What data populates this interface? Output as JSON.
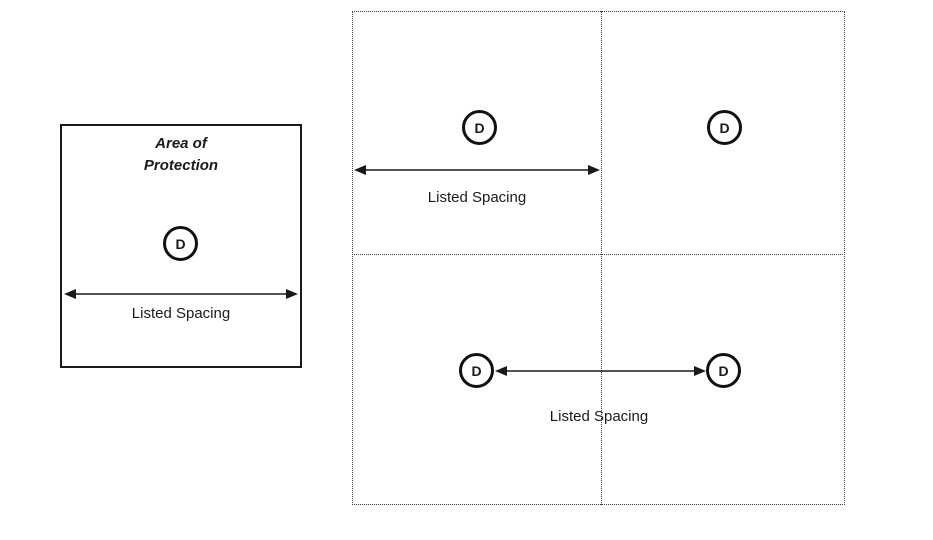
{
  "figure": {
    "background_color": "#ffffff",
    "line_color": "#1a1a1a",
    "grid_line_color": "#3a3a3a"
  },
  "left_panel": {
    "name": "area-of-protection-diagram",
    "title": "Area of\nProtection",
    "device_label": "D",
    "spacing_label": "Listed Spacing"
  },
  "right_panel": {
    "name": "grid-spacing-diagram",
    "devices": [
      {
        "label": "D",
        "cell": "top-left"
      },
      {
        "label": "D",
        "cell": "top-right"
      },
      {
        "label": "D",
        "cell": "bottom-left"
      },
      {
        "label": "D",
        "cell": "bottom-right"
      }
    ],
    "top_spacing_label": "Listed Spacing",
    "bottom_spacing_label": "Listed Spacing"
  }
}
